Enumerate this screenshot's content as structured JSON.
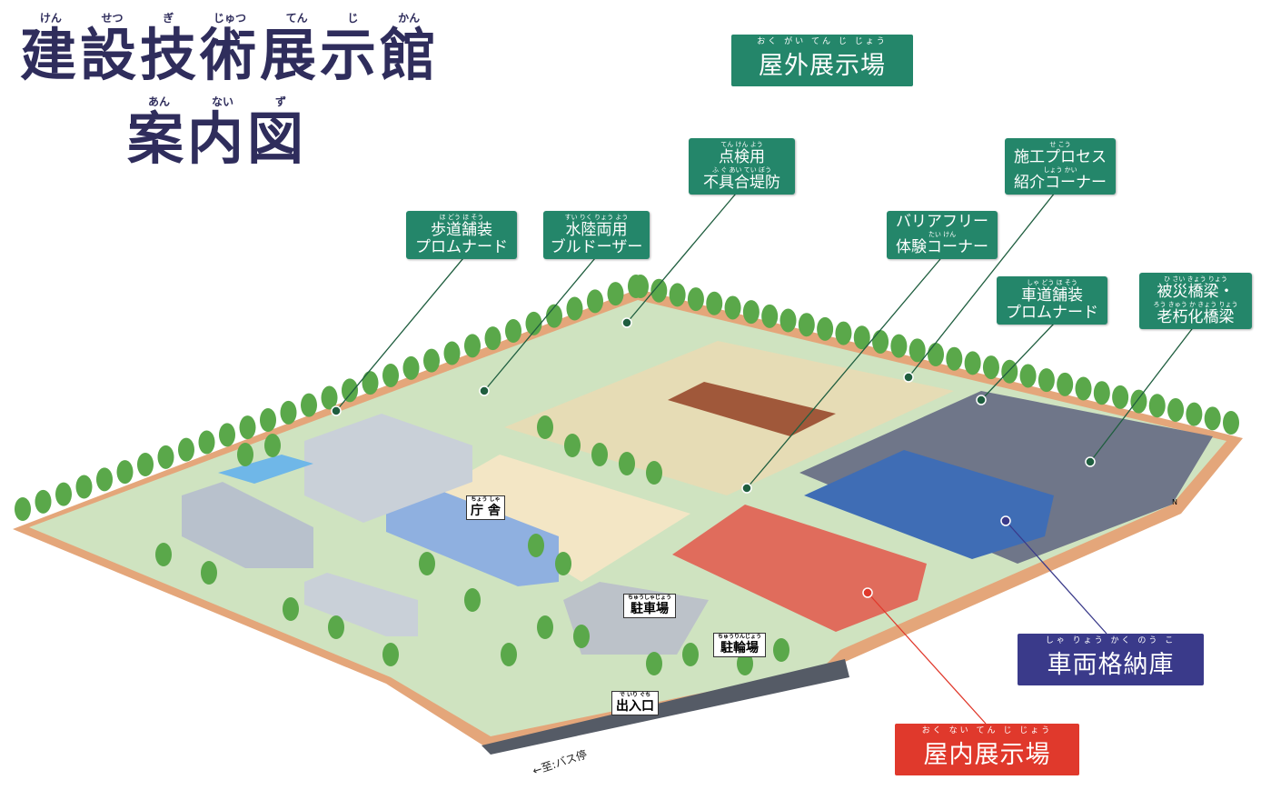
{
  "title": {
    "main": "建設技術展示館",
    "main_ruby": [
      "けん",
      "せつ",
      "ぎ",
      "じゅつ",
      "てん",
      "じ",
      "かん"
    ],
    "sub": "案内図",
    "sub_ruby": [
      "あん",
      "ない",
      "ず"
    ]
  },
  "areas": {
    "outdoor": {
      "label": "屋外展示場",
      "ruby": "おく がい てん じ じょう",
      "color": "#24866a"
    },
    "vehicle": {
      "label": "車両格納庫",
      "ruby": "しゃ りょう かく のう こ",
      "color": "#3a3a8a"
    },
    "indoor": {
      "label": "屋内展示場",
      "ruby": "おく ない てん じ じょう",
      "color": "#e0392c"
    }
  },
  "exhibits": [
    {
      "line1": "歩道舗装",
      "ruby1": "ほ どう ほ そう",
      "line2": "プロムナード"
    },
    {
      "line1": "水陸両用",
      "ruby1": "すい りく りょう よう",
      "line2": "ブルドーザー"
    },
    {
      "line1": "点検用",
      "ruby1": "てん けん よう",
      "line2": "不具合堤防",
      "ruby2": "ふ ぐ あい てい ぼう"
    },
    {
      "line1": "バリアフリー",
      "line2": "体験コーナー",
      "ruby2": "たい けん"
    },
    {
      "line1": "施工プロセス",
      "ruby1": "せ こう",
      "line2": "紹介コーナー",
      "ruby2": "しょう かい"
    },
    {
      "line1": "車道舗装",
      "ruby1": "しゃ どう ほ そう",
      "line2": "プロムナード"
    },
    {
      "line1": "被災橋梁・",
      "ruby1": "ひ さい きょう りょう",
      "line2": "老朽化橋梁",
      "ruby2": "ろう きゅう か きょう りょう"
    }
  ],
  "map_tags": {
    "office": {
      "label": "庁 舎",
      "ruby": "ちょう しゃ"
    },
    "parking": {
      "label": "駐車場",
      "ruby": "ちゅうしゃじょう"
    },
    "bicycle": {
      "label": "駐輪場",
      "ruby": "ちゅうりんじょう"
    },
    "entrance": {
      "label": "出入口",
      "ruby": "で いり ぐち"
    },
    "bus": "←至:バス停",
    "north": "N"
  },
  "colors": {
    "ground": "#cfe3c0",
    "border": "#e4a67a",
    "tree": "#5aa84a",
    "road": "#ffffff"
  }
}
